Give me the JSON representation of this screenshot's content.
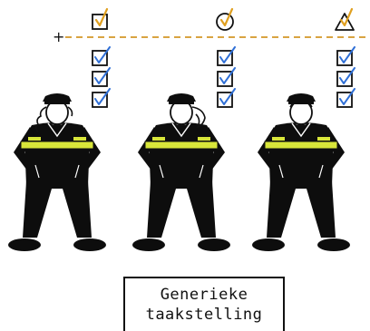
{
  "figure": {
    "caption_line_1": "Generieke",
    "caption_line_2": "taakstelling",
    "plus_sign": "+",
    "colors": {
      "ink": "#111111",
      "check": "#2f6fd6",
      "accent": "#e0a020",
      "reflective": "#d8e63a",
      "dashed_line": "#d9a441",
      "uniform": "#0d0d0d"
    },
    "officers": [
      {
        "name": "officer-left",
        "hair": "curly"
      },
      {
        "name": "officer-middle",
        "hair": "ponytail"
      },
      {
        "name": "officer-right",
        "hair": "short"
      }
    ],
    "columns": [
      {
        "name": "column-1",
        "header_icon": "square-check-icon",
        "checked_boxes": 3
      },
      {
        "name": "column-2",
        "header_icon": "circle-check-icon",
        "checked_boxes": 3
      },
      {
        "name": "column-3",
        "header_icon": "triangle-check-icon",
        "checked_boxes": 3
      }
    ]
  }
}
